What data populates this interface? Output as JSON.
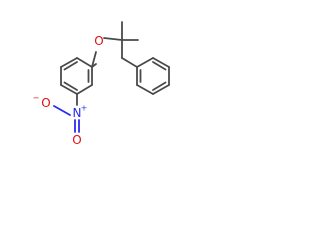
{
  "molecule": {
    "atoms": {
      "ether_oxygen": "O",
      "nitro_nitrogen": "N",
      "nitro_nitrogen_charge": "+",
      "nitro_oxygen_minus": "O",
      "nitro_oxygen_minus_charge": "−",
      "nitro_oxygen_double": "O"
    },
    "colors": {
      "bond": "#4a4a4a",
      "oxygen": "#e01010",
      "nitrogen": "#2a2af0"
    }
  }
}
